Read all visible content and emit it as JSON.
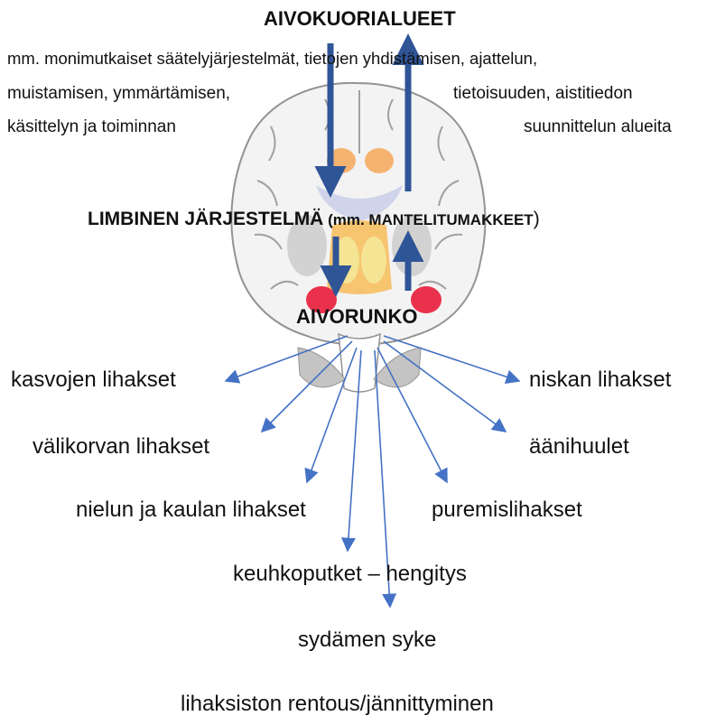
{
  "header": {
    "cortex_title": "AIVOKUORIALUEET",
    "cortex_desc": [
      "mm. monimutkaiset säätelyjärjestelmät, tietojen yhdistämisen, ajattelun,",
      "muistamisen, ymmärtämisen,",
      "tietoisuuden, aistitiedon",
      "käsittelyn ja toiminnan",
      "suunnittelun alueita"
    ]
  },
  "limbic": {
    "title": "LIMBINEN JÄRJESTELMÄ",
    "paren_open": " (mm. ",
    "amygdala": "MANTELITUMAKKEET",
    "paren_close": ")"
  },
  "brainstem": {
    "title": "AIVORUNKO"
  },
  "targets": [
    "kasvojen lihakset",
    "niskan lihakset",
    "välikorvan lihakset",
    "äänihuulet",
    "nielun ja kaulan lihakset",
    "puremislihakset",
    "keuhkoputket – hengitys",
    "sydämen syke",
    "lihaksiston rentous/jännittyminen"
  ],
  "colors": {
    "arrow_blue": "#4472c4",
    "amygdala_red": "#e8203c",
    "limbic_orange": "#f7b54a",
    "cortex_grey": "#d9d9d9"
  }
}
